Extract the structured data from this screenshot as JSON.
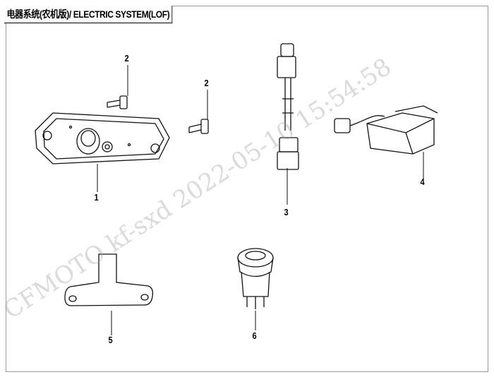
{
  "title": "电器系统(农机版)/ ELECTRIC SYSTEM(LOF)",
  "callouts": [
    "1",
    "2",
    "2",
    "3",
    "4",
    "5",
    "6"
  ],
  "watermark": "CFMOTO kf-sxd 2022-05-10 15:54:58",
  "parts": [
    "license-plate-light",
    "bolt",
    "bolt",
    "harness-connector",
    "relay-module",
    "plate-bracket",
    "push-switch"
  ]
}
